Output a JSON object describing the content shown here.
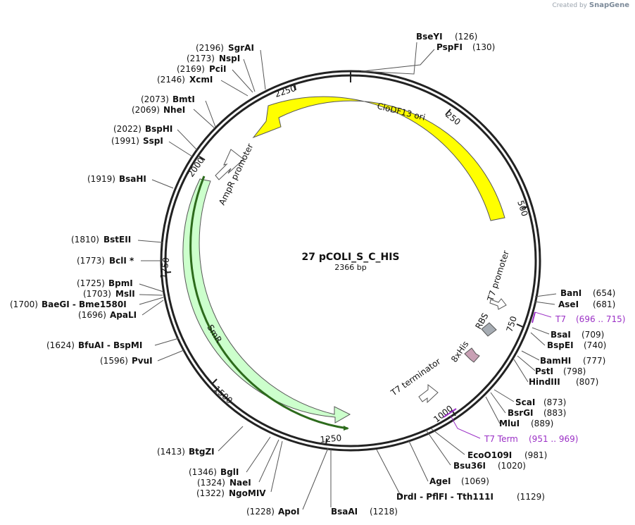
{
  "brand": {
    "created_by": "Created by",
    "app": "SnapGene"
  },
  "plasmid": {
    "name": "27 pCOLI_S_C_HIS",
    "length_label": "2366 bp",
    "length": 2366
  },
  "ticks": [
    "250",
    "500",
    "750",
    "1000",
    "1250",
    "1500",
    "1750",
    "2000",
    "2250"
  ],
  "features": [
    {
      "name": "CloDF13 ori",
      "color": "#ffff00"
    },
    {
      "name": "AmpR promoter",
      "color": "#ffffff"
    },
    {
      "name": "SmR",
      "color": "#ccffcc"
    },
    {
      "name": "T7 promoter",
      "color": "#ffffff"
    },
    {
      "name": "RBS",
      "color": "#a6acb3"
    },
    {
      "name": "8xHis",
      "color": "#c8a0b4"
    },
    {
      "name": "T7 terminator",
      "color": "#ffffff"
    }
  ],
  "sites": [
    {
      "name": "BseYI",
      "pos": "(126)"
    },
    {
      "name": "PspFI",
      "pos": "(130)"
    },
    {
      "name": "BanI",
      "pos": "(654)"
    },
    {
      "name": "AseI",
      "pos": "(681)"
    },
    {
      "name": "T7",
      "pos": "(696 .. 715)",
      "primer": true
    },
    {
      "name": "BsaI",
      "pos": "(709)"
    },
    {
      "name": "BspEI",
      "pos": "(740)"
    },
    {
      "name": "BamHI",
      "pos": "(777)"
    },
    {
      "name": "PstI",
      "pos": "(798)"
    },
    {
      "name": "HindIII",
      "pos": "(807)"
    },
    {
      "name": "ScaI",
      "pos": "(873)"
    },
    {
      "name": "BsrGI",
      "pos": "(883)"
    },
    {
      "name": "MluI",
      "pos": "(889)"
    },
    {
      "name": "T7 Term",
      "pos": "(951 .. 969)",
      "primer": true
    },
    {
      "name": "EcoO109I",
      "pos": "(981)"
    },
    {
      "name": "Bsu36I",
      "pos": "(1020)"
    },
    {
      "name": "AgeI",
      "pos": "(1069)"
    },
    {
      "name": "DrdI - PflFI - Tth111I",
      "pos": "(1129)"
    },
    {
      "name": "BsaAI",
      "pos": "(1218)"
    },
    {
      "name": "ApoI",
      "pos": "(1228)"
    },
    {
      "name": "NgoMIV",
      "pos": "(1322)"
    },
    {
      "name": "NaeI",
      "pos": "(1324)"
    },
    {
      "name": "BglI",
      "pos": "(1346)"
    },
    {
      "name": "BtgZI",
      "pos": "(1413)"
    },
    {
      "name": "PvuI",
      "pos": "(1596)"
    },
    {
      "name": "BfuAI - BspMI",
      "pos": "(1624)"
    },
    {
      "name": "ApaLI",
      "pos": "(1696)"
    },
    {
      "name": "BaeGI - Bme1580I",
      "pos": "(1700)"
    },
    {
      "name": "MslI",
      "pos": "(1703)"
    },
    {
      "name": "BpmI",
      "pos": "(1725)"
    },
    {
      "name": "BclI *",
      "pos": "(1773)"
    },
    {
      "name": "BstEII",
      "pos": "(1810)"
    },
    {
      "name": "BsaHI",
      "pos": "(1919)"
    },
    {
      "name": "SspI",
      "pos": "(1991)"
    },
    {
      "name": "BspHI",
      "pos": "(2022)"
    },
    {
      "name": "NheI",
      "pos": "(2069)"
    },
    {
      "name": "BmtI",
      "pos": "(2073)"
    },
    {
      "name": "XcmI",
      "pos": "(2146)"
    },
    {
      "name": "PciI",
      "pos": "(2169)"
    },
    {
      "name": "NspI",
      "pos": "(2173)"
    },
    {
      "name": "SgrAI",
      "pos": "(2196)"
    }
  ]
}
